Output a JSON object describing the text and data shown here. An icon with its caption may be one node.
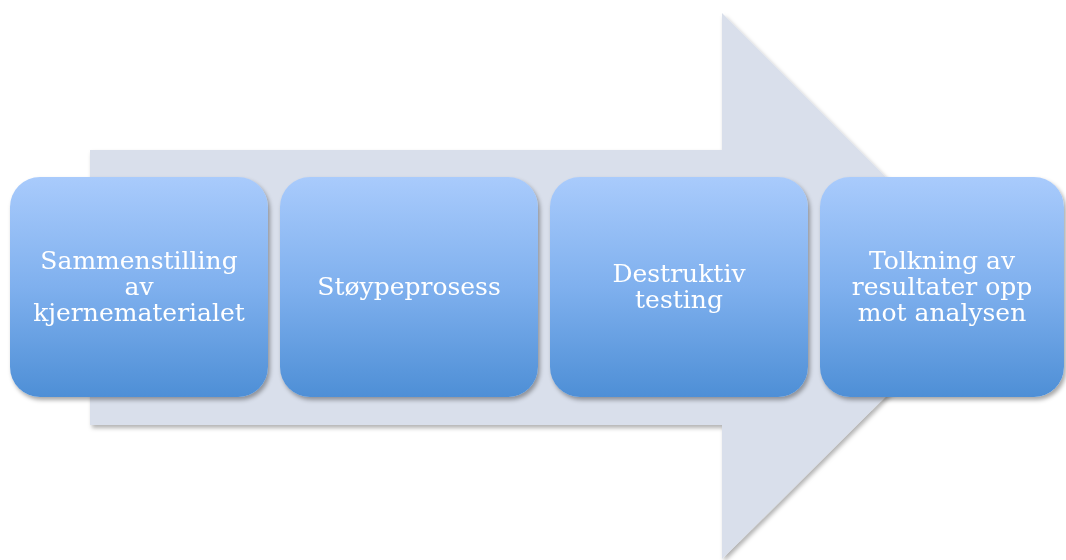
{
  "diagram": {
    "nodes": [
      {
        "text": [
          "Sammenstilling av kjernematerialet"
        ]
      },
      {
        "text": [
          "Støypeprosess"
        ]
      },
      {
        "text": [
          "Destruktiv testing"
        ]
      },
      {
        "text": [
          "Tolkning av resultater opp mot analysen"
        ]
      }
    ],
    "edges": [
      {
        "from": 0,
        "to": 3,
        "arrow": "to"
      }
    ]
  }
}
